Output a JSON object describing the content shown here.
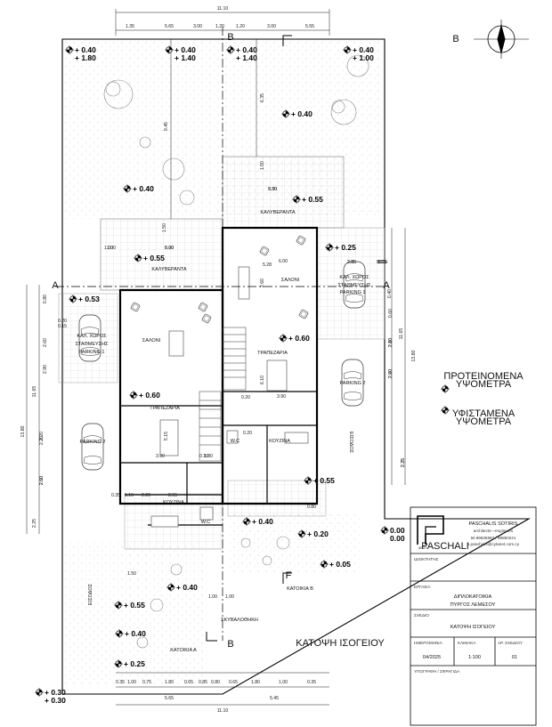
{
  "dims_top_total": "11.10",
  "dims_top": [
    "1.35",
    "5.65",
    "3.00",
    "1.20",
    "1.20",
    "3.00",
    "5.55"
  ],
  "dims_bottom": [
    "0.35",
    "1.00",
    "0.75",
    "1.80",
    "0.65",
    "0.85",
    "0.80",
    "0.65",
    "1.80",
    "1.00",
    "0.35"
  ],
  "dims_bottom_mid": [
    "5.65",
    "5.45"
  ],
  "dims_bottom_total": "11.10",
  "dims_interior": [
    "6.35",
    "9.45",
    "1.50",
    "3.50",
    "1.50",
    "1.00",
    "6.00",
    "3.90",
    "5.28",
    "5.30",
    "6.00",
    "2.85",
    "0.15",
    "5.15",
    "2.60",
    "6.10",
    "3.90",
    "2.85",
    "0.15",
    "1.00",
    "2.80",
    "2.60",
    "2.20",
    "2.60",
    "2.25",
    "1.50",
    "3.90",
    "0.10",
    "1.80",
    "2.55",
    "0.20",
    "2.20",
    "0.20",
    "1.10",
    "0.35",
    "1.00",
    "1.00",
    "0.80",
    "0.15"
  ],
  "dims_left": [
    "0.80",
    "2.60",
    "2.90",
    "0.20",
    "0.15",
    "13.80",
    "11.65",
    "2.20",
    "2.60",
    "2.25"
  ],
  "dims_right": [
    "0.15",
    "0.40",
    "0.60",
    "2.10",
    "11.65",
    "13.80",
    "2.20",
    "2.25"
  ],
  "levels": [
    "+ 0.40\n+ 1.80",
    "+ 0.40\n+ 1.40",
    "+ 0.40\n+ 1.40",
    "+ 0.40\n+ 1.00",
    "+ 0.40",
    "+ 0.40",
    "+ 0.55",
    "+ 0.25",
    "+ 0.55",
    "+ 0.53",
    "+ 0.60",
    "+ 0.60",
    "+ 0.55",
    "+ 0.40",
    "+ 0.20",
    "0.00\n0.00",
    "+ 0.05",
    "+ 0.40",
    "+ 0.55",
    "+ 0.40",
    "+ 0.25",
    "+ 0.30\n+ 0.30"
  ],
  "section_marks": {
    "b": "B",
    "a": "A",
    "f": "F"
  },
  "rooms": {
    "kalv_right": "ΚΑΛΥΒΕΡΑΝΤΑ",
    "kalv_left": "ΚΑΛΥΒΕΡΑΝΤΑ",
    "saloni_r": "ΣΑΛΟΝΙ",
    "saloni_l": "ΣΑΛΟΝΙ",
    "parking1_r_label": "ΚΑΛ. ΧΩΡΟΣ\nΣΤΑΘΜΕΥΣΗΣ",
    "parking1_r": "PARKING 1",
    "parking1_l_label": "ΚΑΛ. ΧΩΡΟΣ\nΣΤΑΘΜΕΥΣΗΣ",
    "parking1_l": "PARKING 1",
    "trapezaria_r": "ΤΡΑΠΕΖΑΡΙΑ",
    "trapezaria_l": "ΤΡΑΠΕΖΑΡΙΑ",
    "parking2_r": "PARKING 2",
    "parking2_l": "PARKING 2",
    "wc_r": "W.C",
    "kouzina_r": "ΚΟΥΖΙΝΑ",
    "kouzina_l": "ΚΟΥΖΙΝΑ",
    "wc_l": "W.C",
    "eisodos_r": "ΕΙΣΟΔΟΣ",
    "eisodos_l": "ΕΙΣΟΔΟΣ",
    "katoikia_a": "ΚΑΤΟΙΚΙΑ Α",
    "katoikia_b": "ΚΑΤΟΙΚΙΑ Β",
    "skyvalothiki": "ΣΚΥΒΑΛΟΘΗΚΗ",
    "plan_title": "ΚΑΤΟΨΗ ΙΣΟΓΕΙΟΥ"
  },
  "legend": {
    "proposed": "ΠΡΟΤΕΙΝΟΜΕΝΑ\nΥΨΟΜΕΤΡΑ",
    "existing": "ΥΦΙΣΤΑΜΕΝΑ\nΥΨΟΜΕΤΡΑ"
  },
  "north_label": "B",
  "title_block": {
    "firm_name": "PASCHALIS SOTIRIS",
    "firm_sub": "architects—engineers",
    "phone": "tel.99836987 / 99850241",
    "email": "s.paschalis@cytanet.com.cy",
    "logo_small": "arch",
    "logo_text": "PASCHALI",
    "owner_label": "ΙΔΙΟΚΤΗΤΗΣ",
    "project_label": "ΕΡΓΑΣΙΑ",
    "project": "ΔΙΠΛΟΚΑΤΟΙΚΙΑ\nΠΥΡΓΟΣ ΛΕΜΕΣΟΥ",
    "drawing_label": "ΣΧΕΔΙΟ",
    "drawing": "ΚΑΤΟΨΗ ΙΣΟΓΕΙΟΥ",
    "date_label": "ΗΜΕΡΟΜΗΝΙΑ",
    "date": "04/2025",
    "scale_label": "ΚΛΙΜΑΚΑ",
    "scale": "1:100",
    "sheet_label": "ΑΡ. ΣΧΕΔΙΟΥ",
    "sheet": "01",
    "sign_label": "ΥΠΟΓΡΑΦΗ / ΣΦΡΑΓΙΔΑ"
  }
}
